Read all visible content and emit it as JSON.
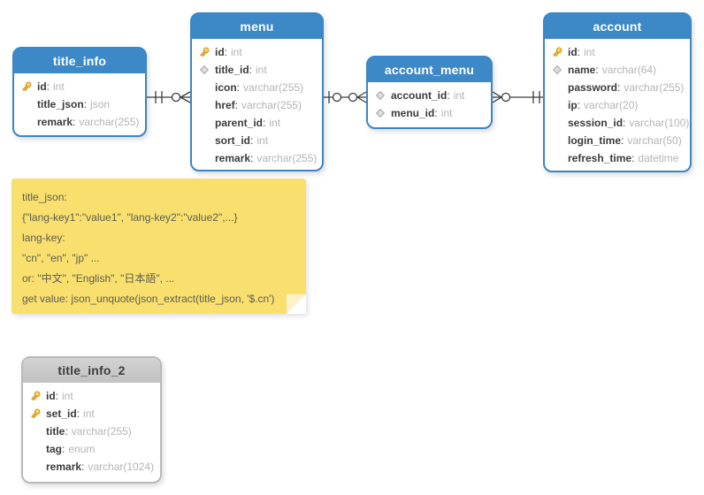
{
  "diagram": {
    "tables": [
      {
        "name": "title_info",
        "style": "blue",
        "fields": [
          {
            "icon": "key",
            "name": "id",
            "type": "int"
          },
          {
            "icon": "none",
            "name": "title_json",
            "type": "json"
          },
          {
            "icon": "none",
            "name": "remark",
            "type": "varchar(255)"
          }
        ]
      },
      {
        "name": "menu",
        "style": "blue",
        "fields": [
          {
            "icon": "key",
            "name": "id",
            "type": "int"
          },
          {
            "icon": "diamond",
            "name": "title_id",
            "type": "int"
          },
          {
            "icon": "none",
            "name": "icon",
            "type": "varchar(255)"
          },
          {
            "icon": "none",
            "name": "href",
            "type": "varchar(255)"
          },
          {
            "icon": "none",
            "name": "parent_id",
            "type": "int"
          },
          {
            "icon": "none",
            "name": "sort_id",
            "type": "int"
          },
          {
            "icon": "none",
            "name": "remark",
            "type": "varchar(255)"
          }
        ]
      },
      {
        "name": "account_menu",
        "style": "blue",
        "fields": [
          {
            "icon": "diamond",
            "name": "account_id",
            "type": "int"
          },
          {
            "icon": "diamond",
            "name": "menu_id",
            "type": "int"
          }
        ]
      },
      {
        "name": "account",
        "style": "blue",
        "fields": [
          {
            "icon": "key",
            "name": "id",
            "type": "int"
          },
          {
            "icon": "diamond",
            "name": "name",
            "type": "varchar(64)"
          },
          {
            "icon": "none",
            "name": "password",
            "type": "varchar(255)"
          },
          {
            "icon": "none",
            "name": "ip",
            "type": "varchar(20)"
          },
          {
            "icon": "none",
            "name": "session_id",
            "type": "varchar(100)"
          },
          {
            "icon": "none",
            "name": "login_time",
            "type": "varchar(50)"
          },
          {
            "icon": "none",
            "name": "refresh_time",
            "type": "datetime"
          }
        ]
      },
      {
        "name": "title_info_2",
        "style": "gray",
        "fields": [
          {
            "icon": "key",
            "name": "id",
            "type": "int"
          },
          {
            "icon": "key",
            "name": "set_id",
            "type": "int"
          },
          {
            "icon": "none",
            "name": "title",
            "type": "varchar(255)"
          },
          {
            "icon": "none",
            "name": "tag",
            "type": "enum"
          },
          {
            "icon": "none",
            "name": "remark",
            "type": "varchar(1024)"
          }
        ]
      }
    ],
    "note": {
      "lines": [
        "title_json:",
        "{\"lang-key1\":\"value1\", \"lang-key2\":\"value2\",...}",
        "lang-key:",
        "\"cn\", \"en\", \"jp\" ...",
        "or: \"中文\", \"English\", \"日本語\", ...",
        "get value: json_unquote(json_extract(title_json, '$.cn')"
      ]
    },
    "relationships": [
      {
        "from": "title_info",
        "to": "menu",
        "from_cardinality": "exactly-one",
        "to_cardinality": "zero-or-many"
      },
      {
        "from": "menu",
        "to": "account_menu",
        "from_cardinality": "zero-or-one",
        "to_cardinality": "zero-or-many"
      },
      {
        "from": "account_menu",
        "to": "account",
        "from_cardinality": "zero-or-many",
        "to_cardinality": "exactly-one"
      }
    ],
    "colors": {
      "table_blue": "#3a86c6",
      "table_gray_header": "#c7c7c7",
      "note_yellow": "#f8df6e",
      "connector_line": "#3c3c3c"
    }
  }
}
